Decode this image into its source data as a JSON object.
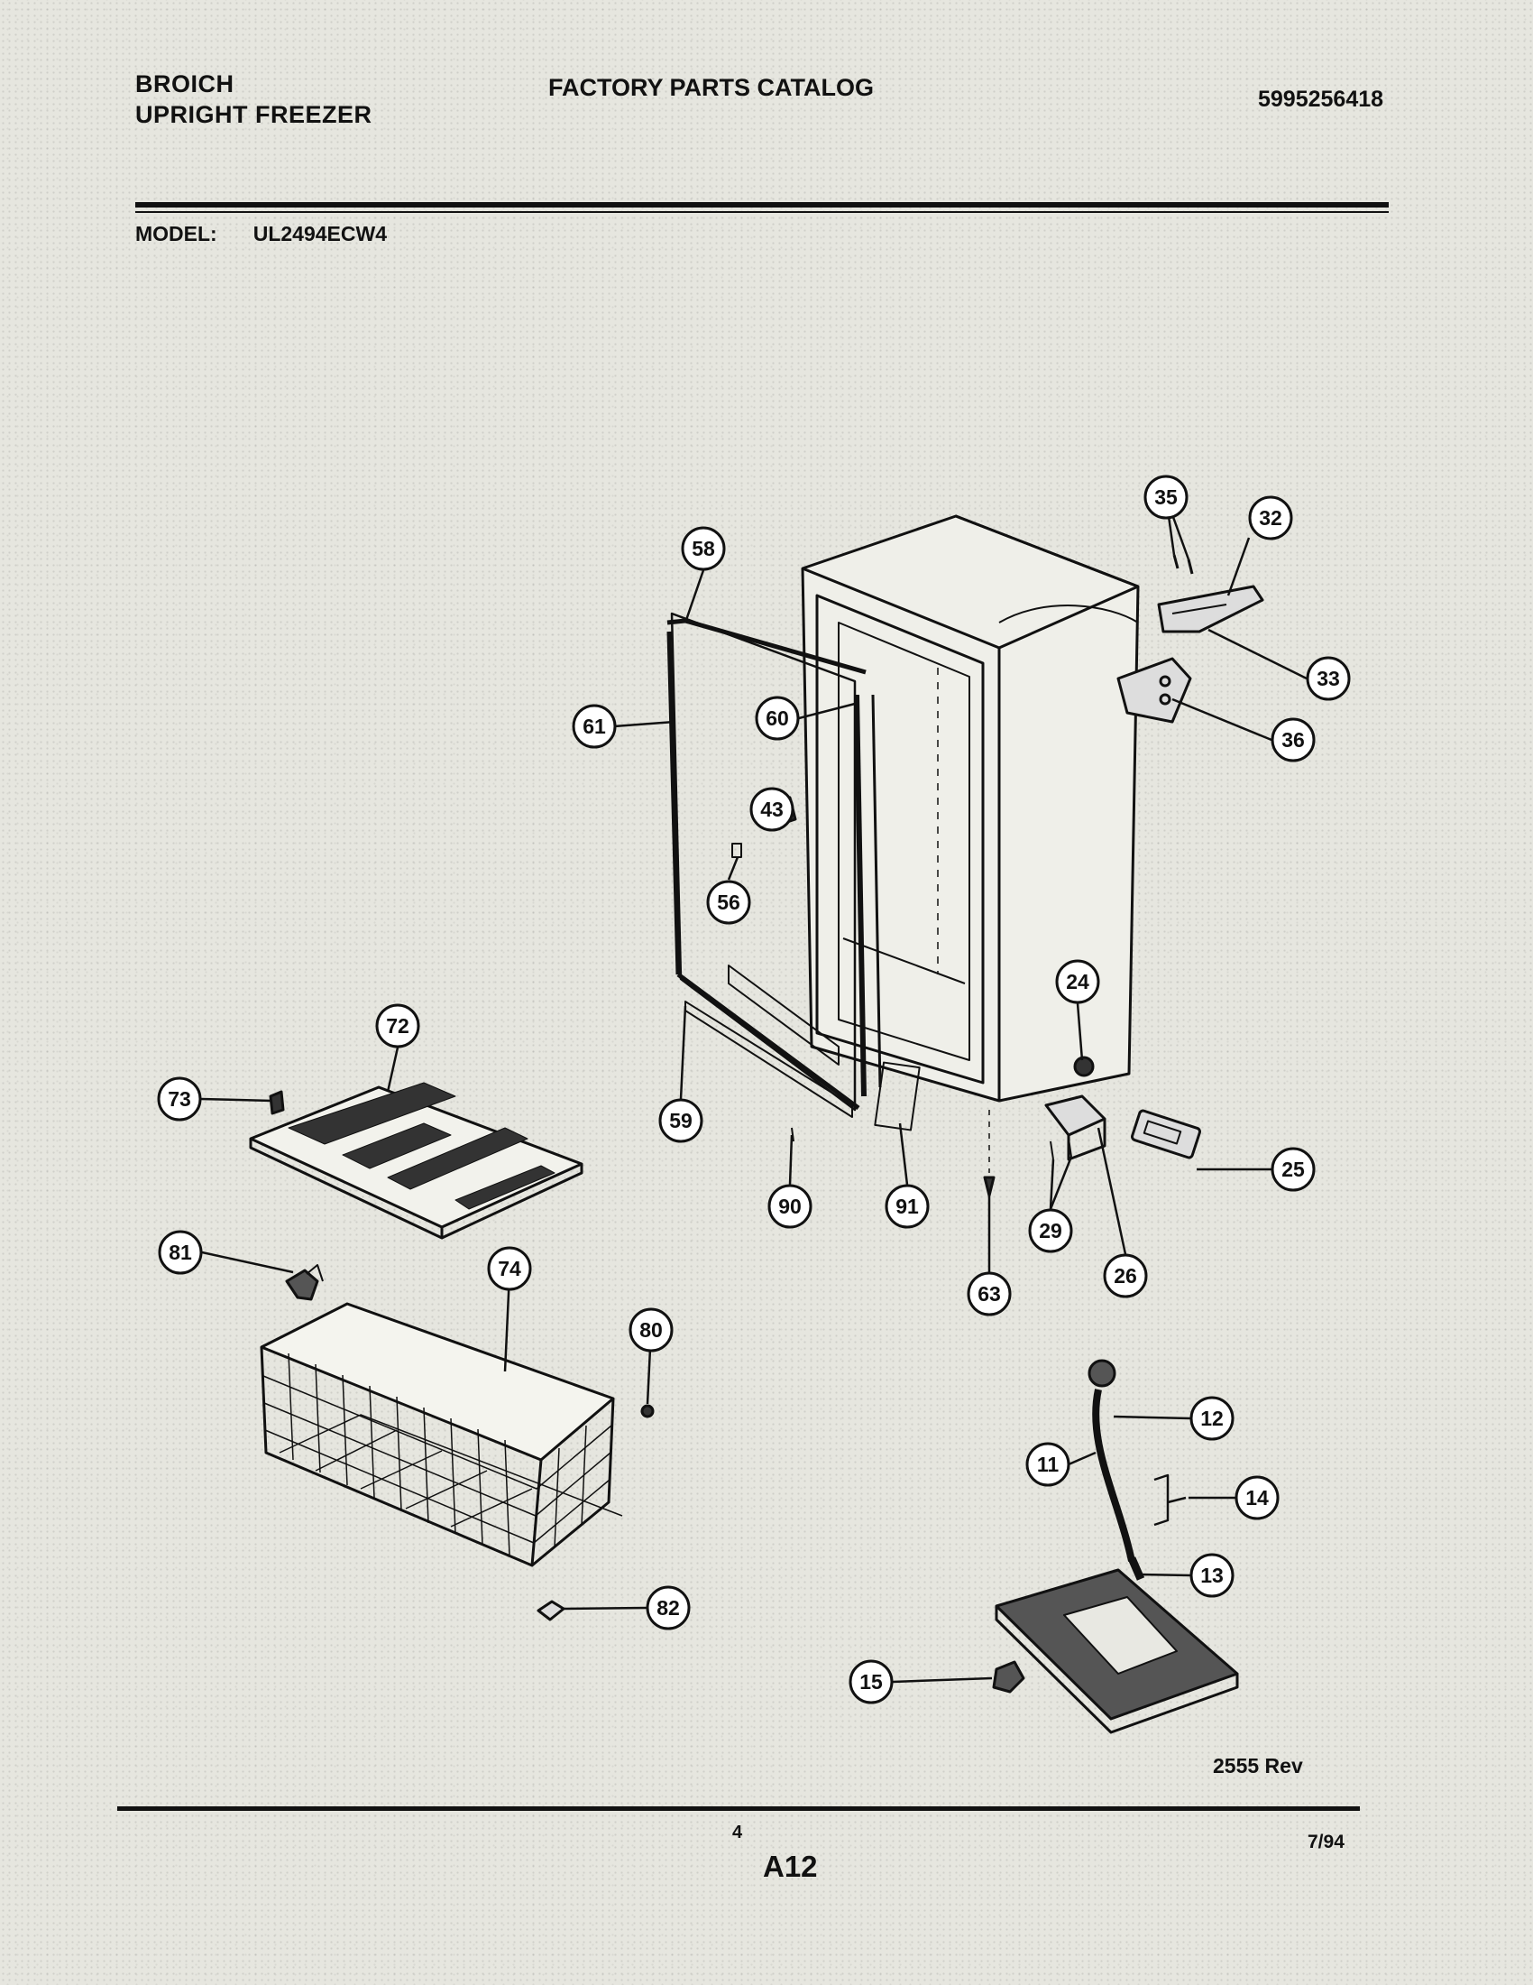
{
  "header": {
    "brand_line1": "BROICH",
    "brand_line2": "UPRIGHT FREEZER",
    "catalog_title": "FACTORY PARTS CATALOG",
    "catalog_number": "5995256418",
    "model_label": "MODEL:",
    "model_value": "UL2494ECW4"
  },
  "diagram": {
    "revision": "2555 Rev",
    "callouts": [
      "11",
      "12",
      "13",
      "14",
      "15",
      "24",
      "25",
      "26",
      "29",
      "32",
      "33",
      "35",
      "36",
      "43",
      "56",
      "58",
      "59",
      "60",
      "61",
      "63",
      "72",
      "73",
      "74",
      "80",
      "81",
      "82",
      "90",
      "91"
    ]
  },
  "footer": {
    "page_number": "4",
    "section": "A12",
    "date": "7/94"
  }
}
